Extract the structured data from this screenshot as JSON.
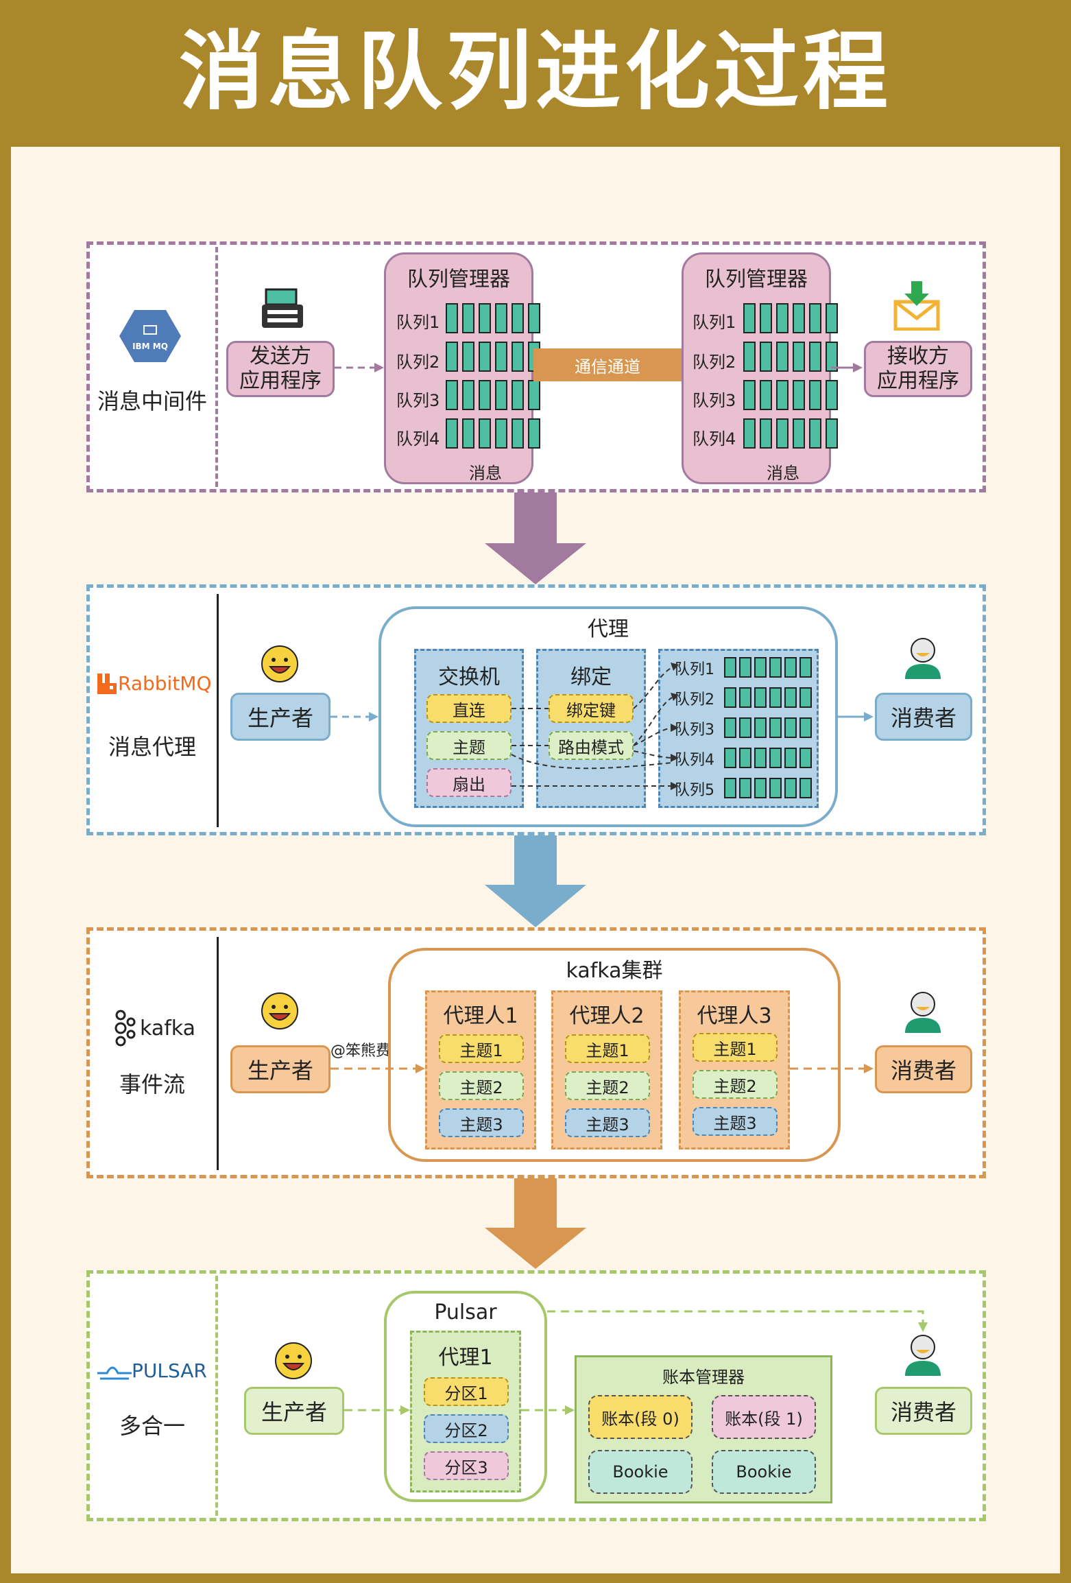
{
  "title": "消息队列进化过程",
  "watermark": "@笨熊费键盘",
  "colors": {
    "header": "#ab872c",
    "background": "#fdf5e8",
    "purple": "#a27a9f",
    "blue": "#7aaccb",
    "orange": "#d89650",
    "green": "#a6c86b"
  },
  "stage1": {
    "logo_text": "IBM MQ",
    "label": "消息中间件",
    "sender": "发送方\n应用程序",
    "receiver": "接收方\n应用程序",
    "left_manager": {
      "title": "队列管理器",
      "queues": [
        "队列1",
        "队列2",
        "队列3",
        "队列4"
      ],
      "footer": "消息"
    },
    "right_manager": {
      "title": "队列管理器",
      "queues": [
        "队列1",
        "队列2",
        "队列3",
        "队列4"
      ],
      "footer": "消息"
    },
    "channel": "通信通道"
  },
  "stage2": {
    "logo_text": "RabbitMQ",
    "label": "消息代理",
    "producer": "生产者",
    "consumer": "消费者",
    "broker_title": "代理",
    "exchange_title": "交换机",
    "exchanges": [
      "直连",
      "主题",
      "扇出"
    ],
    "binding_title": "绑定",
    "bindings": [
      "绑定键",
      "路由模式"
    ],
    "queues": [
      "队列1",
      "队列2",
      "队列3",
      "队列4",
      "队列5"
    ]
  },
  "stage3": {
    "logo_text": "kafka",
    "label": "事件流",
    "producer": "生产者",
    "consumer": "消费者",
    "cluster_title": "kafka集群",
    "brokers": [
      {
        "name": "代理人1",
        "topics": [
          "主题1",
          "主题2",
          "主题3"
        ]
      },
      {
        "name": "代理人2",
        "topics": [
          "主题1",
          "主题2",
          "主题3"
        ]
      },
      {
        "name": "代理人3",
        "topics": [
          "主题1",
          "主题2",
          "主题3"
        ]
      }
    ]
  },
  "stage4": {
    "logo_text": "PULSAR",
    "label": "多合一",
    "producer": "生产者",
    "consumer": "消费者",
    "pulsar_title": "Pulsar",
    "broker": "代理1",
    "partitions": [
      "分区1",
      "分区2",
      "分区3"
    ],
    "ledger_title": "账本管理器",
    "ledgers": [
      "账本(段 0)",
      "账本(段 1)"
    ],
    "bookies": [
      "Bookie",
      "Bookie"
    ]
  }
}
